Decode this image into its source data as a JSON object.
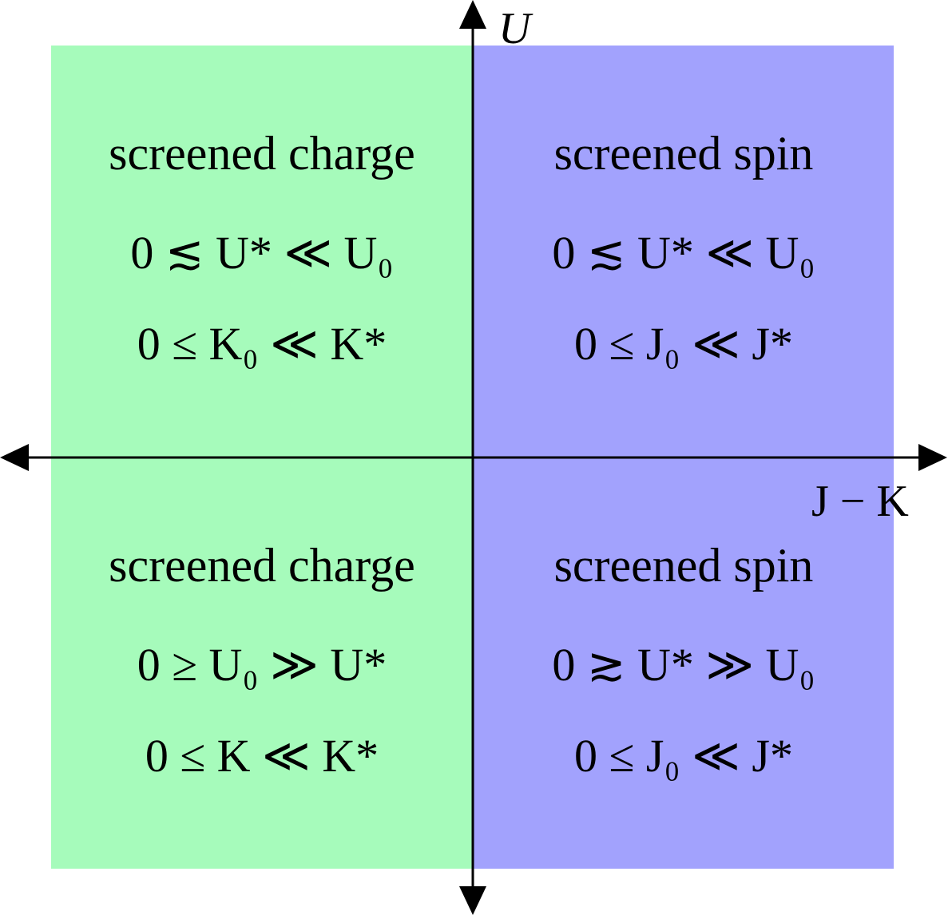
{
  "colors": {
    "left_region": "#a6fbbb",
    "right_region": "#a2a2fd",
    "axis": "#000000",
    "vertical_line": "#000000",
    "horizontal_left_line": "#1a5a2a"
  },
  "axes": {
    "vertical_label": "U",
    "horizontal_label": "J − K"
  },
  "quadrants": {
    "top_left": {
      "title": "screened charge",
      "eq1": "0 ≲ U* ≪ U₀",
      "eq2": "0 ≤ K₀ ≪ K*"
    },
    "top_right": {
      "title": "screened spin",
      "eq1": "0 ≲ U* ≪ U₀",
      "eq2": "0 ≤ J₀ ≪ J*"
    },
    "bottom_left": {
      "title": "screened charge",
      "eq1": "0 ≥ U₀ ≫ U*",
      "eq2": "0 ≤ K  ≪ K*"
    },
    "bottom_right": {
      "title": "screened spin",
      "eq1": "0 ≳ U* ≫ U₀",
      "eq2": "0 ≤ J₀ ≪ J*"
    }
  }
}
